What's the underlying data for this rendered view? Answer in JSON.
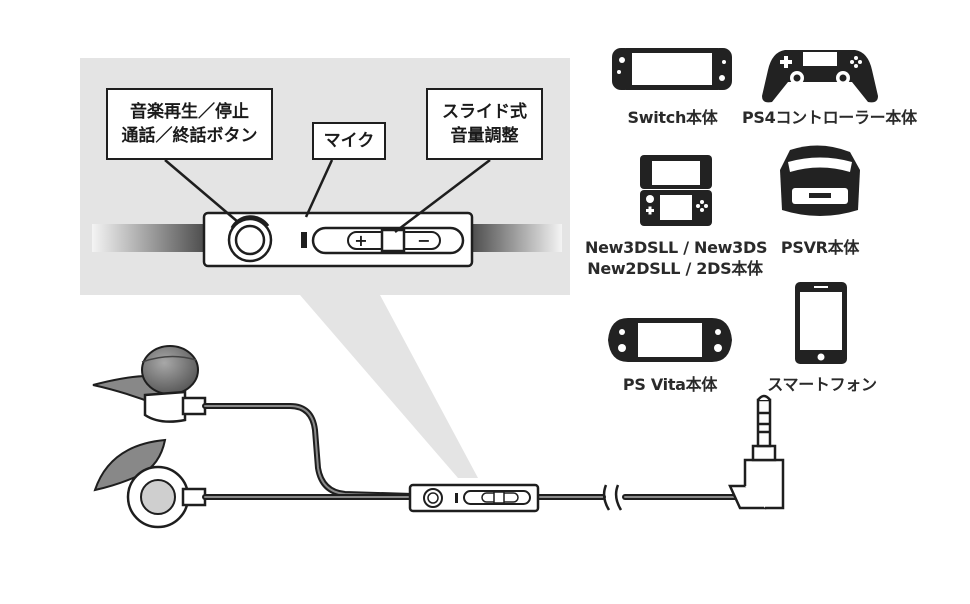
{
  "callouts": {
    "play_pause": {
      "line1": "音楽再生／停止",
      "line2": "通話／終話ボタン"
    },
    "mic": {
      "line1": "マイク"
    },
    "volume": {
      "line1": "スライド式",
      "line2": "音量調整"
    }
  },
  "devices": [
    {
      "name": "switch",
      "icon": "nintendo-switch-icon",
      "label": "Switch本体"
    },
    {
      "name": "ps4-controller",
      "icon": "ps4-controller-icon",
      "label": "PS4コントローラー本体"
    },
    {
      "name": "new3ds",
      "icon": "nintendo-3ds-icon",
      "label_line1": "New3DSLL / New3DS",
      "label_line2": "New2DSLL / 2DS本体"
    },
    {
      "name": "psvr",
      "icon": "psvr-headset-icon",
      "label": "PSVR本体"
    },
    {
      "name": "ps-vita",
      "icon": "ps-vita-icon",
      "label": "PS Vita本体"
    },
    {
      "name": "smartphone",
      "icon": "smartphone-icon",
      "label": "スマートフォン"
    }
  ],
  "controller": {
    "plus": "+",
    "minus": "−"
  },
  "colors": {
    "panel": "#e4e4e4",
    "ink": "#1e1e1e",
    "cable": "#3a3a3a",
    "earbud": "#7a7a7a"
  }
}
